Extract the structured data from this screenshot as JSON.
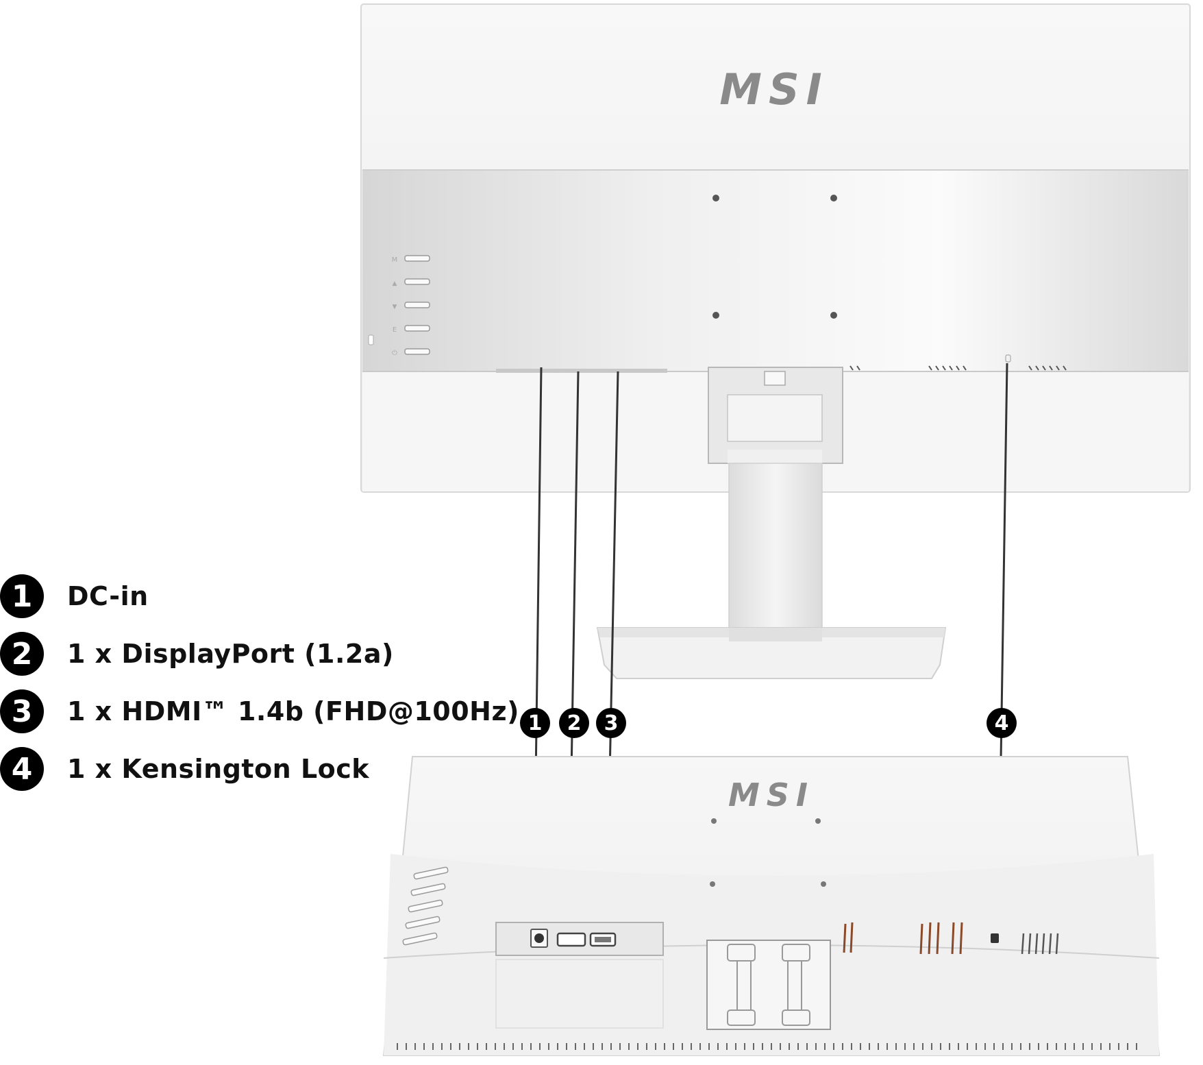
{
  "legend": {
    "items": [
      {
        "number": "1",
        "label": "DC-in"
      },
      {
        "number": "2",
        "label": "1 x DisplayPort (1.2a)"
      },
      {
        "number": "3",
        "label": "1 x HDMI™ 1.4b (FHD@100Hz)"
      },
      {
        "number": "4",
        "label": "1 x Kensington Lock"
      }
    ]
  },
  "callouts": [
    "1",
    "2",
    "3",
    "4"
  ],
  "monitor": {
    "brand": "MSI",
    "button_labels": [
      "M",
      "▲",
      "▼",
      "E",
      "⏻"
    ]
  },
  "colors": {
    "badge": "#000000",
    "bezel": "#f4f4f4",
    "panel_band": "#e2e2e2",
    "logo": "#8a8a8a"
  }
}
